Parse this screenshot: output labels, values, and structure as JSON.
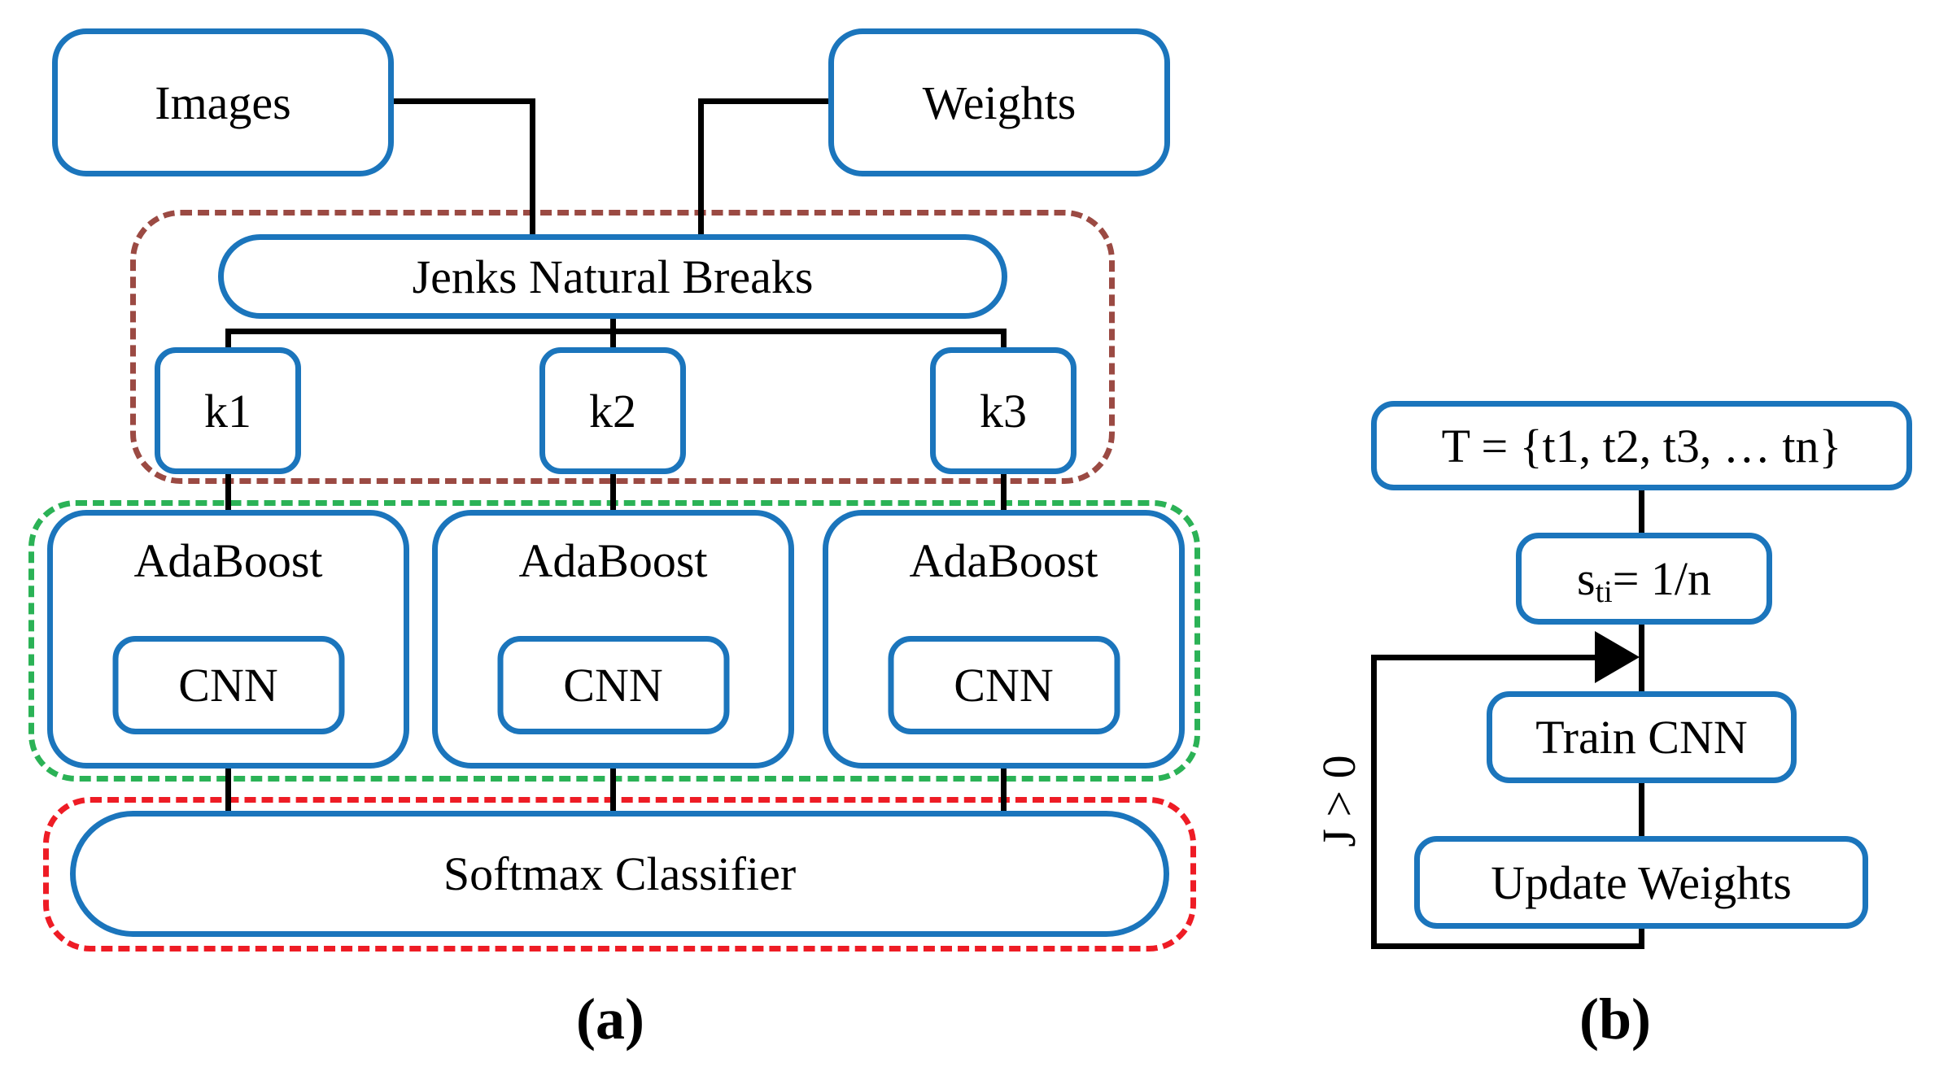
{
  "figure": {
    "type": "flow-diagram",
    "panels": [
      "a",
      "b"
    ]
  },
  "panel_a": {
    "label": "(a)",
    "images_label": "Images",
    "weights_label": "Weights",
    "jenks_label": "Jenks Natural Breaks",
    "k_labels": [
      "k1",
      "k2",
      "k3"
    ],
    "adaboost_label": "AdaBoost",
    "cnn_label": "CNN",
    "softmax_label": "Softmax Classifier"
  },
  "panel_b": {
    "label": "(b)",
    "t_set_label": "T = {t1, t2, t3, … tn}",
    "s_var": "s",
    "s_subscript": "ti",
    "s_equals": " = 1/n",
    "train_label": "Train CNN",
    "update_label": "Update Weights",
    "loop_label": "J > 0"
  },
  "icons": {
    "loop_arrowhead": "right-pointing-solid-triangle"
  },
  "colors": {
    "box_border_blue": "#1B75BC",
    "cluster_group_brown": "#9B4A43",
    "ensemble_group_green": "#2BB256",
    "classifier_group_red": "#EE1C25",
    "connector_black": "#000000",
    "background": "#FFFFFF",
    "text": "#000000"
  }
}
